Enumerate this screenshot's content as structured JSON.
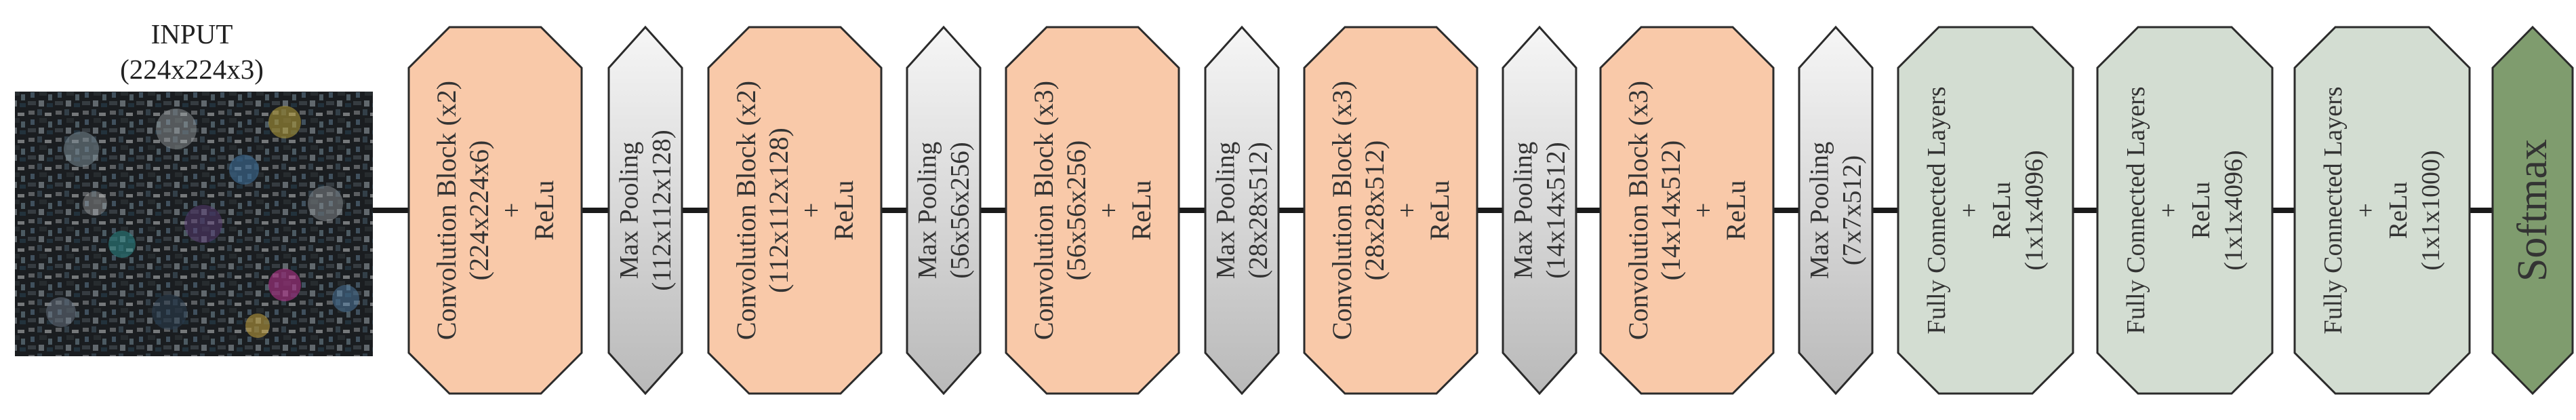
{
  "input": {
    "title": "INPUT",
    "shape": "(224x224x3)",
    "image_description_icon": "mineral-thin-section-image"
  },
  "colors": {
    "conv_fill": "#f9c9a9",
    "pool_fill_light": "#f4f4f4",
    "pool_fill_dark": "#bdbdbd",
    "fc_fill": "#d3ddd2",
    "softmax_fill": "#7f9c6e",
    "stroke": "#2b2b2b",
    "line": "#1a1a1a"
  },
  "blocks": [
    {
      "kind": "conv",
      "lines": [
        "Convolution Block (x2)",
        "(224x224x6)",
        "+",
        "ReLu"
      ]
    },
    {
      "kind": "pool",
      "lines": [
        "Max Pooling",
        "(112x112x128)"
      ]
    },
    {
      "kind": "conv",
      "lines": [
        "Convolution Block (x2)",
        "(112x112x128)",
        "+",
        "ReLu"
      ]
    },
    {
      "kind": "pool",
      "lines": [
        "Max Pooling",
        "(56x56x256)"
      ]
    },
    {
      "kind": "conv",
      "lines": [
        "Convolution Block (x3)",
        "(56x56x256)",
        "+",
        "ReLu"
      ]
    },
    {
      "kind": "pool",
      "lines": [
        "Max Pooling",
        "(28x28x512)"
      ]
    },
    {
      "kind": "conv",
      "lines": [
        "Convolution Block (x3)",
        "(28x28x512)",
        "+",
        "ReLu"
      ]
    },
    {
      "kind": "pool",
      "lines": [
        "Max Pooling",
        "(14x14x512)"
      ]
    },
    {
      "kind": "conv",
      "lines": [
        "Convolution Block (x3)",
        "(14x14x512)",
        "+",
        "ReLu"
      ]
    },
    {
      "kind": "pool",
      "lines": [
        "Max Pooling",
        "(7x7x512)"
      ]
    },
    {
      "kind": "fc",
      "lines": [
        "Fully Connected Layers",
        "+",
        "ReLu",
        "(1x1x4096)"
      ]
    },
    {
      "kind": "fc",
      "lines": [
        "Fully Connected Layers",
        "+",
        "ReLu",
        "(1x1x4096)"
      ]
    },
    {
      "kind": "fc",
      "lines": [
        "Fully Connected Layers",
        "+",
        "ReLu",
        "(1x1x1000)"
      ]
    },
    {
      "kind": "softmax",
      "lines": [
        "Softmax"
      ]
    }
  ]
}
